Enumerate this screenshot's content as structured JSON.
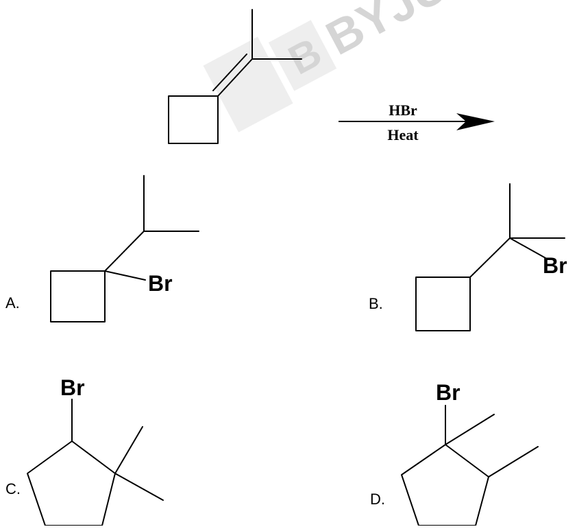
{
  "reaction": {
    "reagent_top": "HBr",
    "reagent_bottom": "Heat"
  },
  "options": [
    {
      "label": "A.",
      "substituent": "Br"
    },
    {
      "label": "B.",
      "substituent": "Br"
    },
    {
      "label": "C.",
      "substituent": "Br"
    },
    {
      "label": "D.",
      "substituent": "Br"
    }
  ],
  "watermark": {
    "text": "BYJU'S",
    "letter": "B"
  },
  "colors": {
    "ink": "#000000",
    "watermark": "#9a9a9a"
  }
}
